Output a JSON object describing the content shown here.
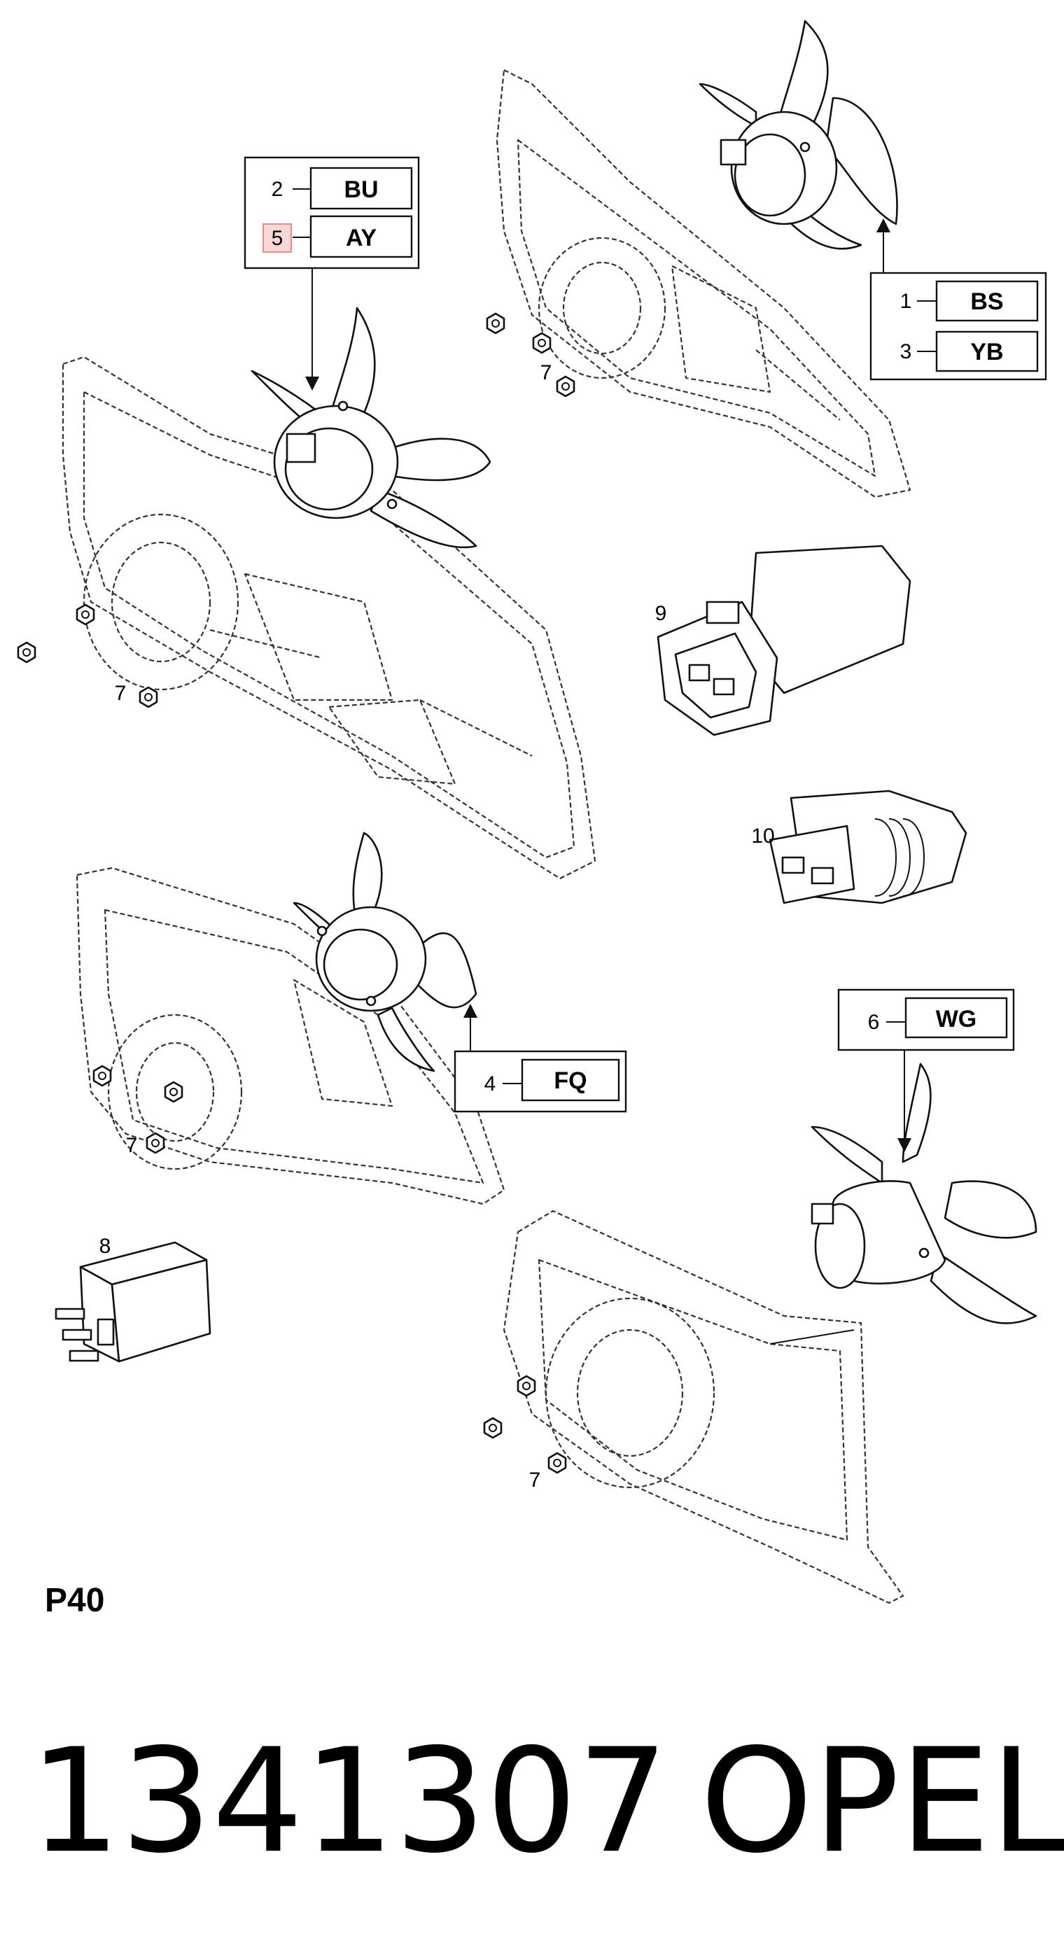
{
  "callouts": [
    {
      "num": "2",
      "code": "BU"
    },
    {
      "num": "5",
      "code": "AY"
    },
    {
      "num": "1",
      "code": "BS"
    },
    {
      "num": "3",
      "code": "YB"
    },
    {
      "num": "4",
      "code": "FQ"
    },
    {
      "num": "6",
      "code": "WG"
    }
  ],
  "part_labels": {
    "nut": "7",
    "connector_a": "9",
    "connector_b": "10",
    "relay": "8"
  },
  "page_code": "P40",
  "footer": {
    "part_number": "1341307",
    "brand": "OPEL"
  },
  "highlight_color": "#f9d7d7"
}
